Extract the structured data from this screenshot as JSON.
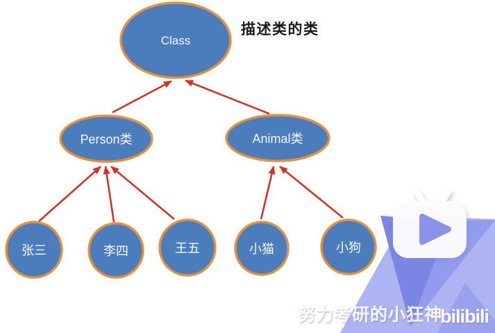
{
  "diagram": {
    "annotation": "描述类的类",
    "root": {
      "label": "Class"
    },
    "classes": [
      {
        "label": "Person类"
      },
      {
        "label": "Animal类"
      }
    ],
    "instances": [
      {
        "label": "张三"
      },
      {
        "label": "李四"
      },
      {
        "label": "王五"
      },
      {
        "label": "小猫"
      },
      {
        "label": "小狗"
      }
    ]
  },
  "watermark": {
    "channel": "努力考研的小狂神",
    "brand": "bilibili"
  },
  "colors": {
    "node_fill": "#4b7dbc",
    "node_border": "#e5903c",
    "arrow": "#d23227",
    "banner_light": "#adb4f1",
    "banner_mid": "#929bec",
    "banner_corner": "#9aa2ee",
    "banner_dark": "#7b86e4",
    "tv_body": "#fdfdff",
    "play_icon": "#8a93e9"
  }
}
